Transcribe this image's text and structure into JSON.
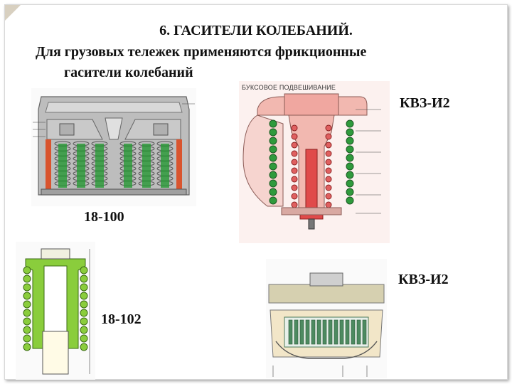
{
  "slide": {
    "title": "6. ГАСИТЕЛИ КОЛЕБАНИЙ.",
    "subtitle_line1": "Для грузовых тележек применяются фрикционные",
    "subtitle_line2": "гасители колебаний"
  },
  "figures": {
    "fig_18_100": {
      "label": "18-100"
    },
    "fig_kvz_i2_top": {
      "label": "КВЗ-И2",
      "caption": "БУКСОВОЕ ПОДВЕШИВАНИЕ"
    },
    "fig_18_102": {
      "label": "18-102"
    },
    "fig_kvz_i2_bottom": {
      "label": "КВЗ-И2"
    }
  },
  "colors": {
    "spring_green": "#2f9a3c",
    "damper_red": "#e04a4a",
    "frame_grey": "#9a9a9a",
    "body_green": "#8acd3c",
    "casting_pink": "#f2b8b0"
  }
}
